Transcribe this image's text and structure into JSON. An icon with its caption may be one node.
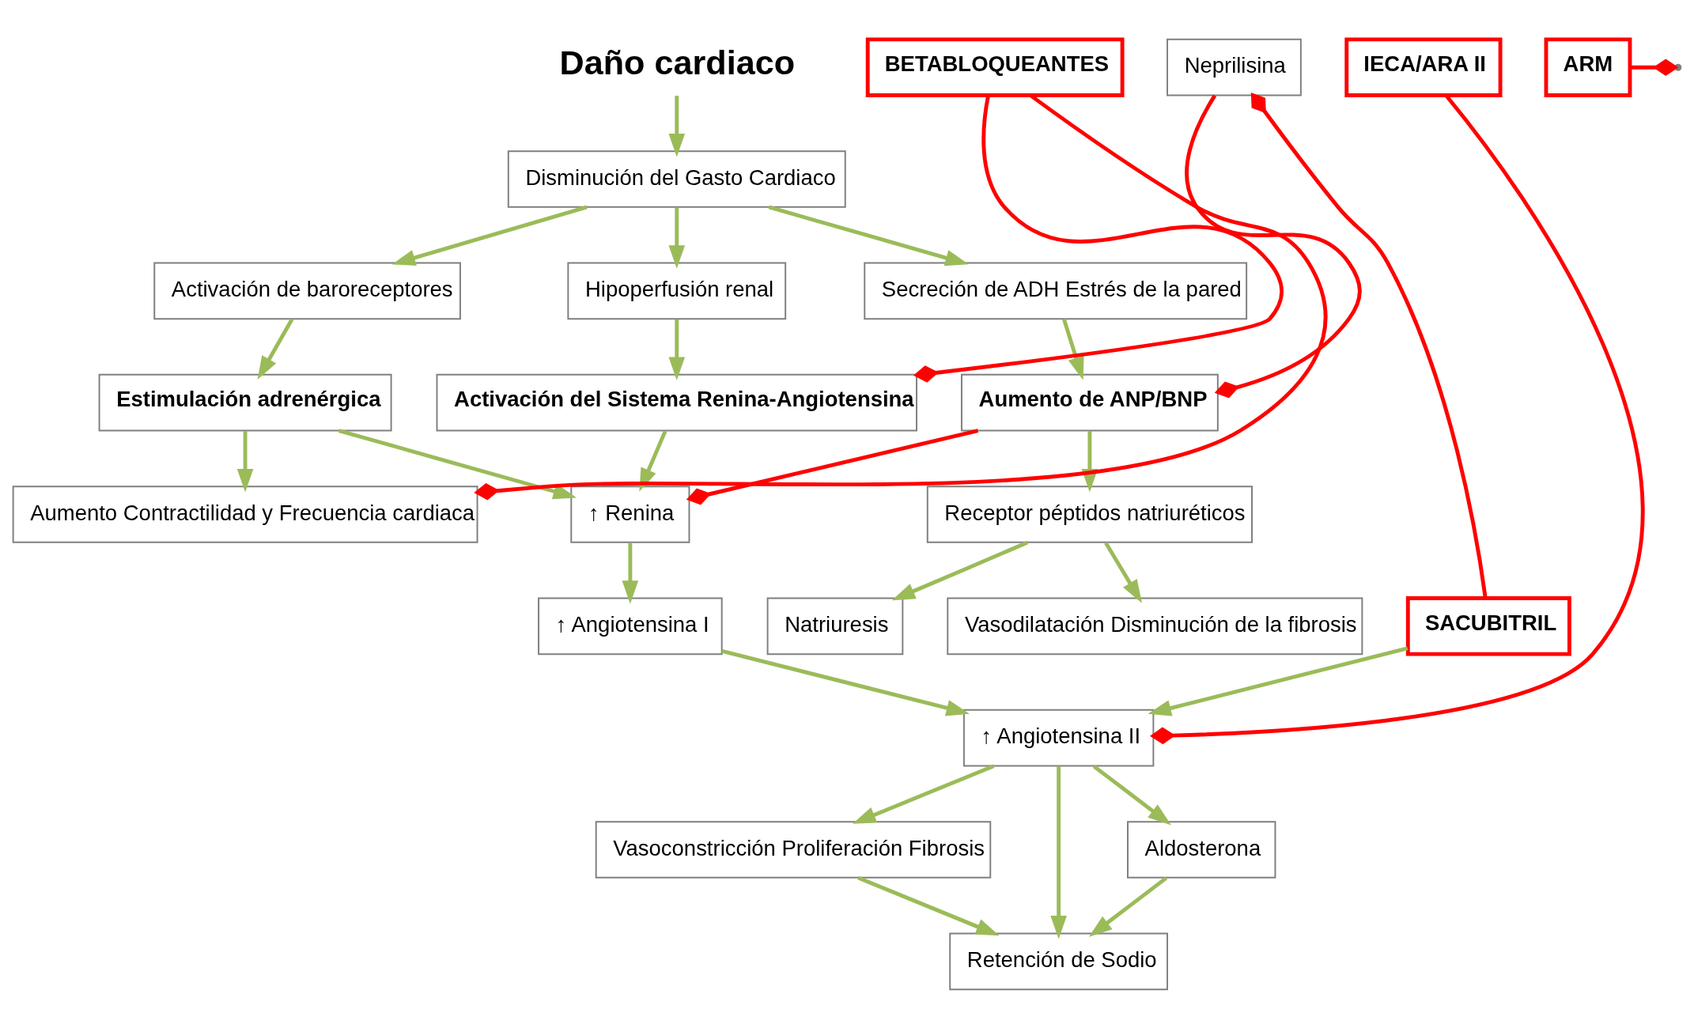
{
  "diagram": {
    "nodes": [
      {
        "text": [
          "Daño cardiaco"
        ]
      },
      {
        "text": [
          "Disminución del Gasto Cardiaco"
        ]
      },
      {
        "text": [
          "Activación de baroreceptores"
        ]
      },
      {
        "text": [
          "Hipoperfusión renal"
        ]
      },
      {
        "text": [
          "Secreción de ADH Estrés de la pared"
        ]
      },
      {
        "text": [
          "Estimulación adrenérgica"
        ]
      },
      {
        "text": [
          "Activación del Sistema Renina-Angiotensina"
        ]
      },
      {
        "text": [
          "Aumento de ANP/BNP"
        ]
      },
      {
        "text": [
          "Aumento Contractilidad y Frecuencia cardiaca"
        ]
      },
      {
        "text": [
          "↑ Renina"
        ]
      },
      {
        "text": [
          "Neprilisina"
        ]
      },
      {
        "text": [
          "Receptor péptidos natriuréticos"
        ]
      },
      {
        "text": [
          "BETABLOQUEANTES"
        ]
      },
      {
        "text": [
          "↑ Angiotensina I"
        ]
      },
      {
        "text": [
          "SACUBITRIL"
        ]
      },
      {
        "text": [
          "IECA/ARA II"
        ]
      },
      {
        "text": [
          "↑ Angiotensina II"
        ]
      },
      {
        "text": [
          "Natriuresis"
        ]
      },
      {
        "text": [
          "Vasodilatación Disminución de la fibrosis"
        ]
      },
      {
        "text": [
          "Vasoconstricción Proliferación Fibrosis"
        ]
      },
      {
        "text": [
          "Retención de Sodio"
        ]
      },
      {
        "text": [
          "Aldosterona"
        ]
      },
      {
        "text": [
          "ARM"
        ]
      }
    ],
    "edges": [
      {
        "from": 0,
        "to": 1,
        "arrow": "to"
      },
      {
        "from": 1,
        "to": 2,
        "arrow": "to"
      },
      {
        "from": 1,
        "to": 3,
        "arrow": "to"
      },
      {
        "from": 1,
        "to": 4,
        "arrow": "to"
      },
      {
        "from": 2,
        "to": 5,
        "arrow": "to"
      },
      {
        "from": 3,
        "to": 6,
        "arrow": "to"
      },
      {
        "from": 4,
        "to": 7,
        "arrow": "to"
      },
      {
        "from": 5,
        "to": 8,
        "arrow": "to"
      },
      {
        "from": 5,
        "to": 9,
        "arrow": "to"
      },
      {
        "from": 6,
        "to": 9,
        "arrow": "to"
      },
      {
        "from": 7,
        "to": 11,
        "arrow": "to"
      },
      {
        "from": 9,
        "to": 13,
        "arrow": "to"
      },
      {
        "from": 13,
        "to": 16,
        "arrow": "to"
      },
      {
        "from": 14,
        "to": 16,
        "arrow": "to"
      },
      {
        "from": 16,
        "to": 19,
        "arrow": "to"
      },
      {
        "from": 16,
        "to": 20,
        "arrow": "to"
      },
      {
        "from": 16,
        "to": 21,
        "arrow": "to"
      },
      {
        "from": 19,
        "to": 20,
        "arrow": "to"
      },
      {
        "from": 21,
        "to": 20,
        "arrow": "to"
      },
      {
        "from": 11,
        "to": 17,
        "arrow": "to"
      },
      {
        "from": 11,
        "to": 18,
        "arrow": "to"
      },
      {
        "from": 12,
        "to": 8,
        "arrow": "other",
        "color": "#ff0000"
      },
      {
        "from": 12,
        "to": 6,
        "arrow": "other",
        "color": "#ff0000"
      },
      {
        "from": 7,
        "to": 9,
        "arrow": "other",
        "color": "#ff0000"
      },
      {
        "from": 10,
        "to": 7,
        "arrow": "other",
        "color": "#ff0000"
      },
      {
        "from": 14,
        "to": 10,
        "arrow": "other",
        "color": "#ff0000"
      },
      {
        "from": 15,
        "to": 16,
        "arrow": "other",
        "color": "#ff0000"
      },
      {
        "from": 22,
        "to": null,
        "arrow": "other",
        "color": "#ff0000"
      }
    ]
  }
}
